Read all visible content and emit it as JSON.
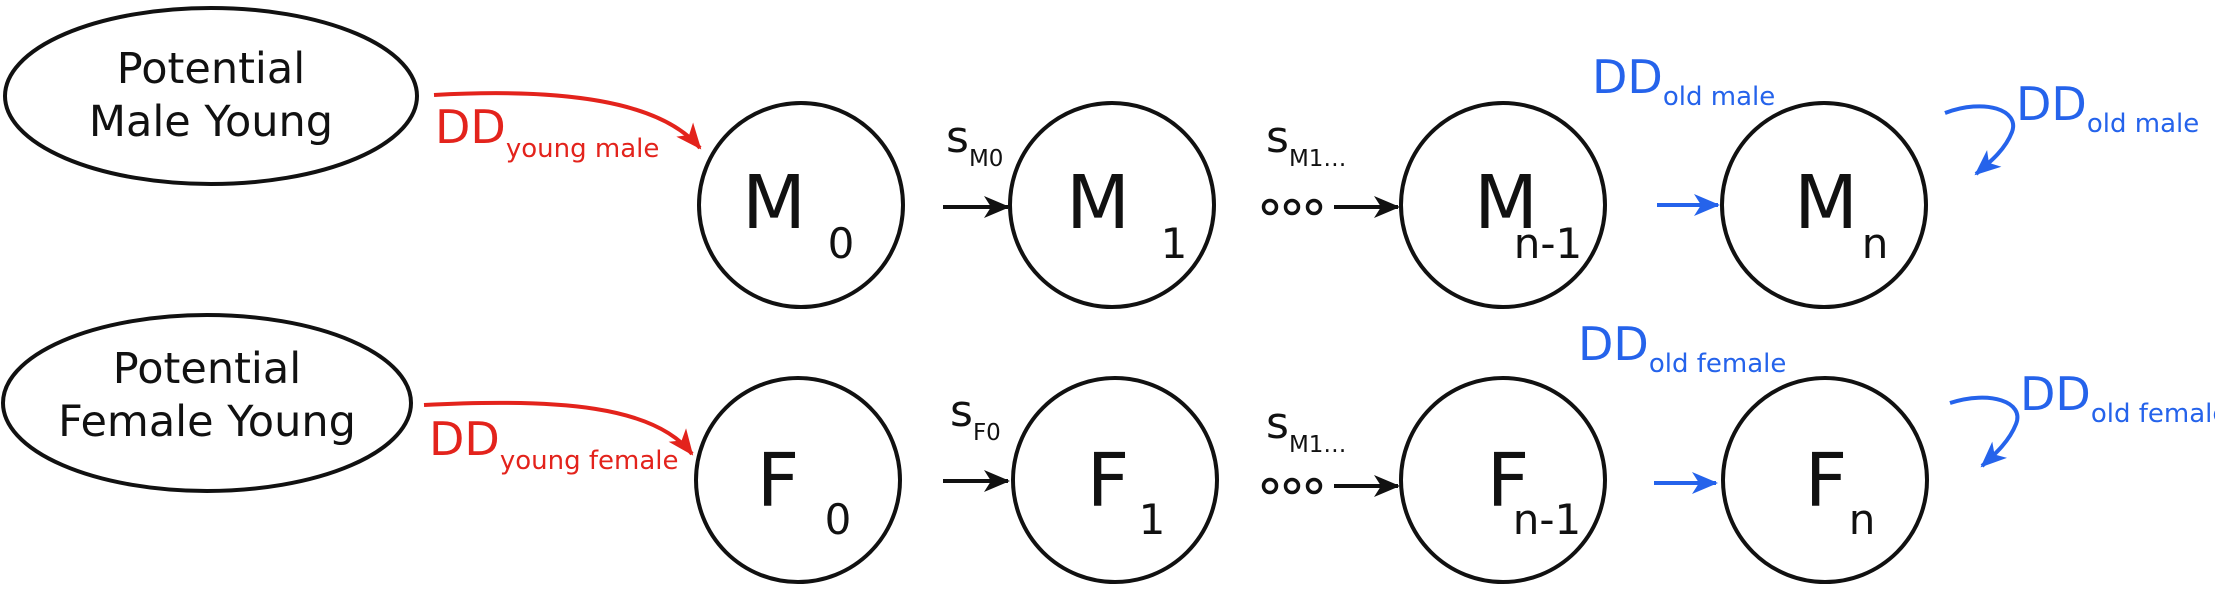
{
  "colors": {
    "black": "#111111",
    "red": "#e3231c",
    "blue": "#2563eb"
  },
  "populations": {
    "male": {
      "line1": "Potential",
      "line2": "Male Young"
    },
    "female": {
      "line1": "Potential",
      "line2": "Female Young"
    }
  },
  "nodes": {
    "M0": {
      "main": "M",
      "sub": "0"
    },
    "M1": {
      "main": "M",
      "sub": "1"
    },
    "Mn1": {
      "main": "M",
      "sub": "n-1"
    },
    "Mn": {
      "main": "M",
      "sub": "n"
    },
    "F0": {
      "main": "F",
      "sub": "0"
    },
    "F1": {
      "main": "F",
      "sub": "1"
    },
    "Fn1": {
      "main": "F",
      "sub": "n-1"
    },
    "Fn": {
      "main": "F",
      "sub": "n"
    }
  },
  "labels": {
    "dd_young_male": {
      "main": "DD",
      "sub": "young male"
    },
    "dd_young_female": {
      "main": "DD",
      "sub": "young female"
    },
    "dd_old_male_top": {
      "main": "DD",
      "sub": "old male"
    },
    "dd_old_male_loop": {
      "main": "DD",
      "sub": "old male"
    },
    "dd_old_female_top": {
      "main": "DD",
      "sub": "old female"
    },
    "dd_old_female_loop": {
      "main": "DD",
      "sub": "old female"
    },
    "s_m0": {
      "main": "s",
      "sub": "M0"
    },
    "s_m1": {
      "main": "s",
      "sub": "M1…"
    },
    "s_f0": {
      "main": "s",
      "sub": "F0"
    },
    "s_f1": {
      "main": "s",
      "sub": "M1…"
    }
  }
}
